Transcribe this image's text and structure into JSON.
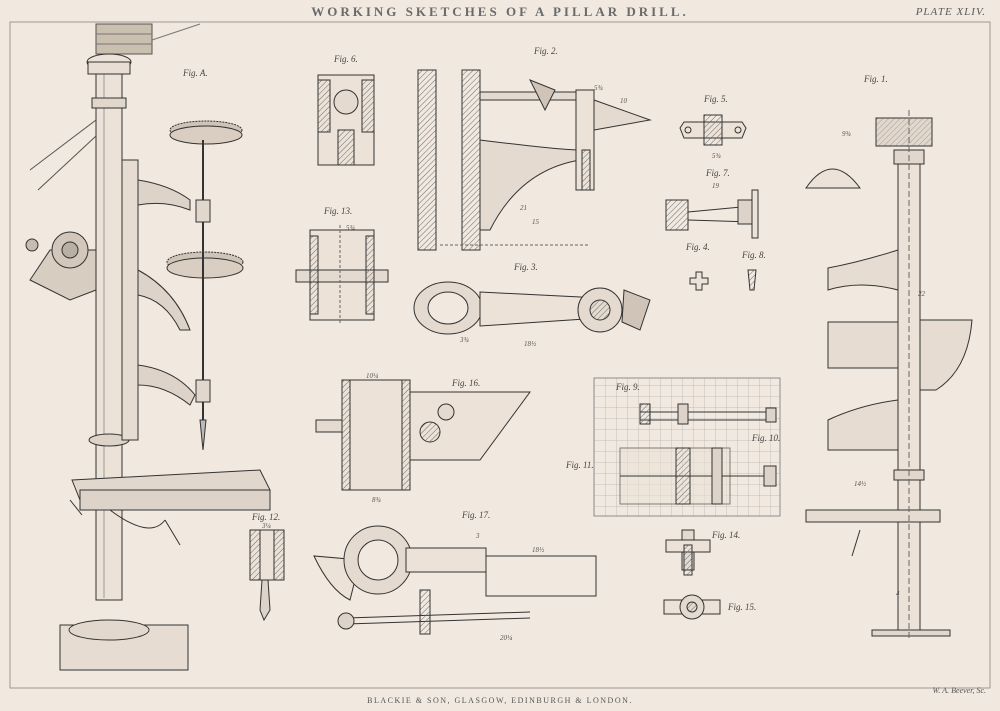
{
  "plate": {
    "title": "WORKING SKETCHES OF A PILLAR DRILL.",
    "number": "PLATE XLIV.",
    "publisher": "BLACKIE & SON, GLASGOW, EDINBURGH & LONDON.",
    "engraver": "W. A. Beever, Sc."
  },
  "figures": {
    "fig_a": "Fig. A.",
    "fig_1": "Fig. 1.",
    "fig_2": "Fig. 2.",
    "fig_3": "Fig. 3.",
    "fig_4": "Fig. 4.",
    "fig_5": "Fig. 5.",
    "fig_6": "Fig. 6.",
    "fig_7": "Fig. 7.",
    "fig_8": "Fig. 8.",
    "fig_9": "Fig. 9.",
    "fig_10": "Fig. 10.",
    "fig_11": "Fig. 11.",
    "fig_12": "Fig. 12.",
    "fig_13": "Fig. 13.",
    "fig_14": "Fig. 14.",
    "fig_15": "Fig. 15.",
    "fig_16": "Fig. 16.",
    "fig_17": "Fig. 17."
  },
  "dimensions": {
    "f1_top": "9¾",
    "f1_width": "22",
    "f1_base": "14½",
    "f1_height": "4",
    "f2_a": "5¾",
    "f2_b": "15",
    "f2_c": "21",
    "f2_d": "10",
    "f3_a": "3¾",
    "f3_b": "18½",
    "f5_a": "5¾",
    "f7_a": "19",
    "f12_a": "3¼",
    "f13_a": "5¾",
    "f16_a": "10¼",
    "f16_b": "8¾",
    "f17_a": "3",
    "f17_b": "18½",
    "f17_c": "20¼"
  },
  "colors": {
    "paper": "#f1e8df",
    "ink": "#3a3a3a",
    "section_fill": "#bdb6ae"
  }
}
